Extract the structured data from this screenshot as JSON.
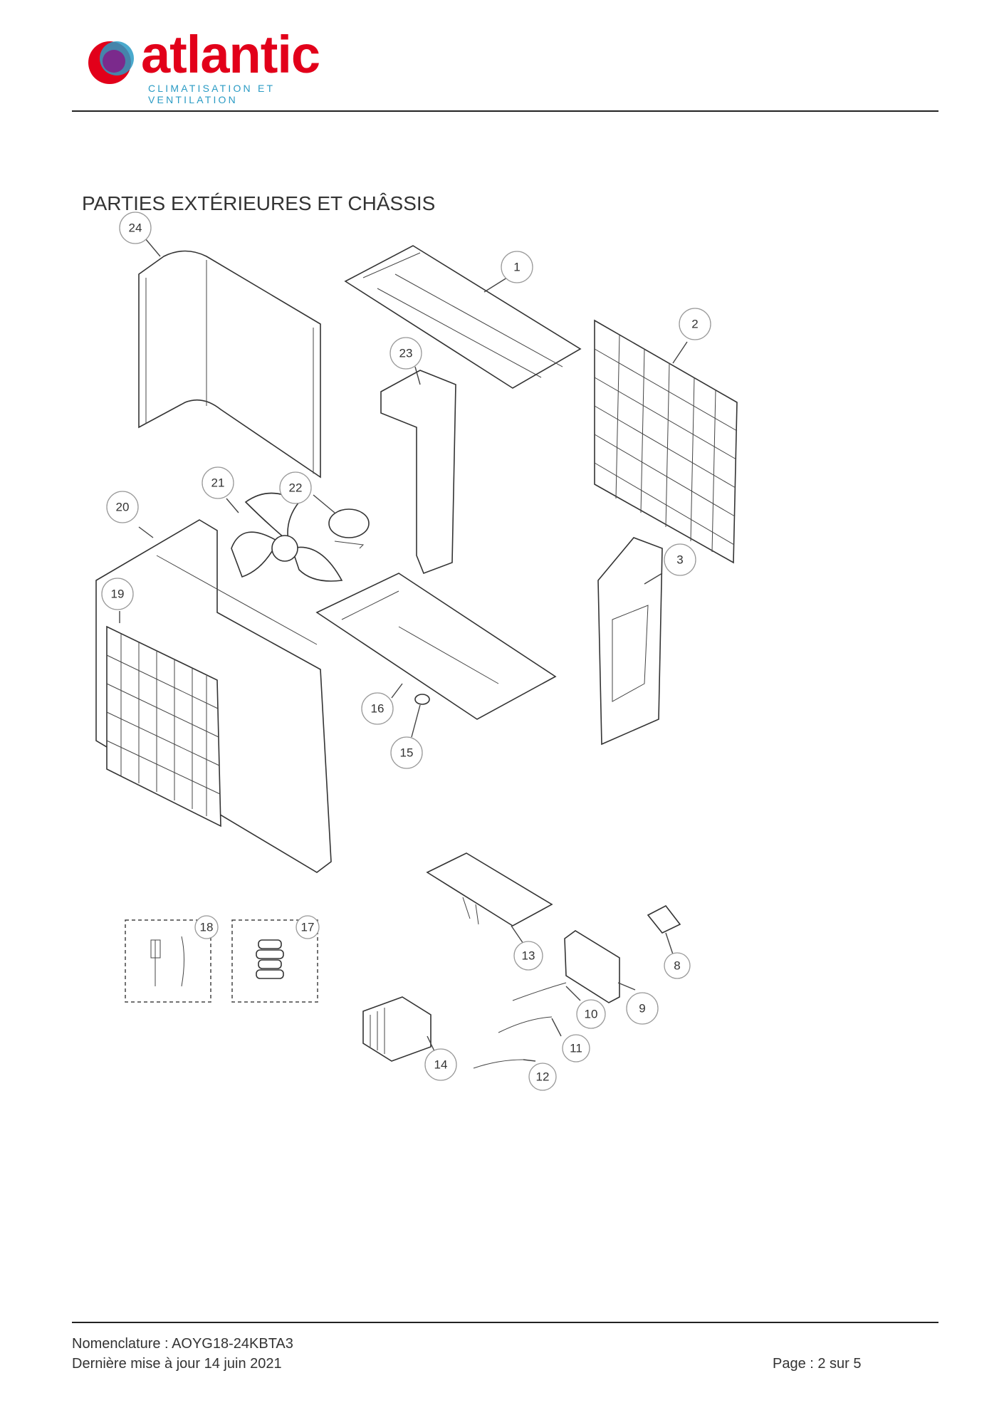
{
  "header": {
    "brand": "atlantic",
    "tagline": "CLIMATISATION ET VENTILATION",
    "colors": {
      "brand_red": "#e2001a",
      "tagline_blue": "#2a9bc4",
      "mark_purple": "#7b2a8c"
    }
  },
  "section_title": "PARTIES EXTÉRIEURES ET CHÂSSIS",
  "callouts": [
    {
      "label": "24"
    },
    {
      "label": "1"
    },
    {
      "label": "2"
    },
    {
      "label": "23"
    },
    {
      "label": "21"
    },
    {
      "label": "22"
    },
    {
      "label": "20"
    },
    {
      "label": "19"
    },
    {
      "label": "3"
    },
    {
      "label": "16"
    },
    {
      "label": "15"
    },
    {
      "label": "18"
    },
    {
      "label": "17"
    },
    {
      "label": "13"
    },
    {
      "label": "8"
    },
    {
      "label": "9"
    },
    {
      "label": "10"
    },
    {
      "label": "11"
    },
    {
      "label": "14"
    },
    {
      "label": "12"
    }
  ],
  "footer": {
    "nomenclature": "Nomenclature : AOYG18-24KBTA3",
    "updated": "Dernière mise à jour 14 juin 2021",
    "page": "Page : 2 sur 5"
  }
}
